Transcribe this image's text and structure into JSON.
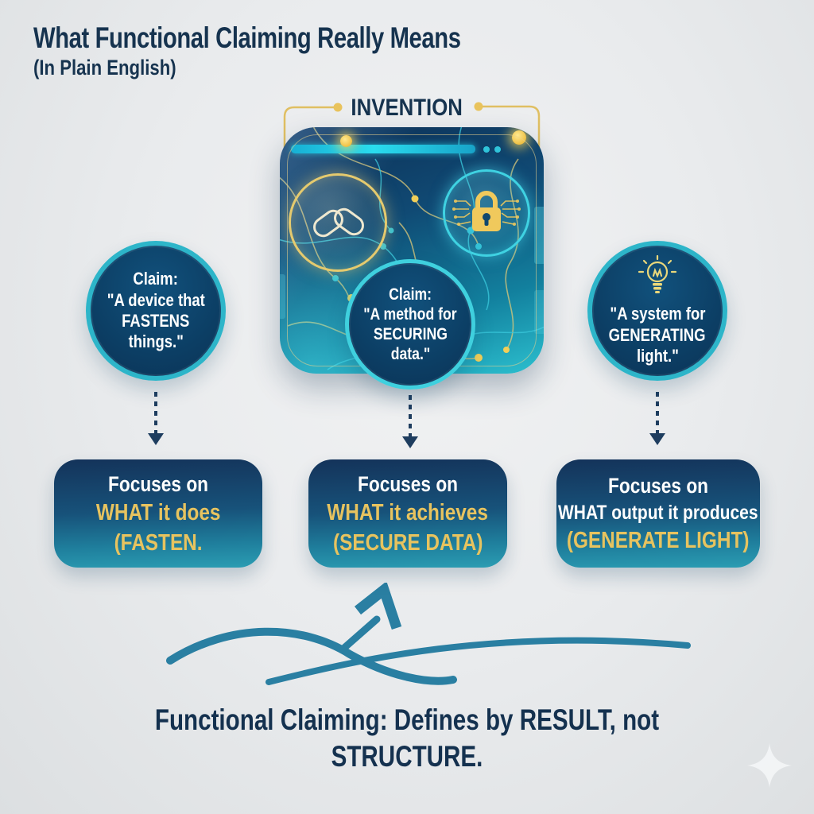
{
  "title": {
    "line1": "What Functional Claiming Really Means",
    "line2": "(In Plain English)"
  },
  "invention": {
    "label": "INVENTION"
  },
  "claims": [
    {
      "lines": [
        "Claim:",
        "\"A device that",
        "FASTENS",
        "things.\""
      ]
    },
    {
      "lines": [
        "Claim:",
        "\"A method for",
        "SECURING",
        "data.\""
      ]
    },
    {
      "lines": [
        "\"A system for",
        "GENERATING",
        "light.\""
      ]
    }
  ],
  "focus_boxes": [
    {
      "line1": "Focuses on",
      "line2": "WHAT it does",
      "line3": "(FASTEN."
    },
    {
      "line1": "Focuses on",
      "line2": "WHAT it achieves",
      "line3": "(SECURE DATA)"
    },
    {
      "line1": "Focuses on",
      "line2": "WHAT output it produces",
      "line3": "(GENERATE LIGHT)"
    }
  ],
  "footer": {
    "line1": "Functional Claiming: Defines by RESULT, not",
    "line2": "STRUCTURE."
  },
  "icons": {
    "chain": "chain-link-icon",
    "lock": "padlock-icon",
    "bulb": "lightbulb-icon",
    "arrow": "swoosh-arrow-icon",
    "sparkle": "sparkle-icon"
  },
  "colors": {
    "navy_text": "#16334f",
    "accent_yellow": "#e7c35f",
    "ring_teal": "#2db5c9",
    "cyan_bright": "#2adcee",
    "swoosh_blue": "#2a7fa2",
    "box_gradient_top": "#14335a",
    "box_gradient_bottom": "#2b9db3"
  }
}
